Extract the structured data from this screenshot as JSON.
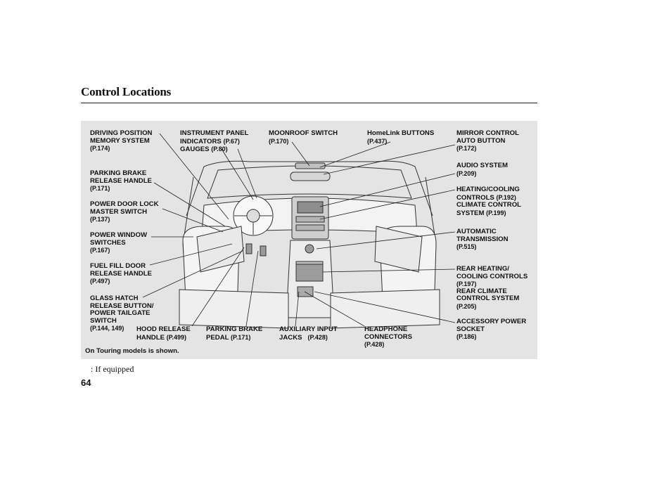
{
  "page": {
    "title": "Control Locations",
    "footnote": ":  If equipped",
    "page_number": "64",
    "figure_note": "On Touring models is shown."
  },
  "labels": {
    "driving_position": {
      "line1": "DRIVING POSITION",
      "line2": "MEMORY SYSTEM",
      "page": "(P.174)"
    },
    "instrument_panel": {
      "line1": "INSTRUMENT PANEL",
      "line2": "INDICATORS",
      "page2": "(P.67)",
      "line3": "GAUGES",
      "page3": "(P.80)"
    },
    "moonroof": {
      "line1": "MOONROOF SWITCH",
      "page": "(P.170)"
    },
    "homelink": {
      "line1": "HomeLink BUTTONS",
      "page": "(P.437)"
    },
    "mirror_control": {
      "line1": "MIRROR CONTROL",
      "line2": "AUTO BUTTON",
      "page": "(P.172)"
    },
    "parking_brake_release": {
      "line1": "PARKING BRAKE",
      "line2": "RELEASE HANDLE",
      "page": "(P.171)"
    },
    "audio_system": {
      "line1": "AUDIO SYSTEM",
      "page": "(P.209)"
    },
    "power_door_lock": {
      "line1": "POWER DOOR LOCK",
      "line2": "MASTER SWITCH",
      "page": "(P.137)"
    },
    "heating_cooling": {
      "line1": "HEATING/COOLING",
      "line2": "CONTROLS",
      "page2": "(P.192)",
      "line3": "CLIMATE CONTROL",
      "line4": "SYSTEM",
      "page4": "(P.199)"
    },
    "power_window": {
      "line1": "POWER WINDOW",
      "line2": "SWITCHES",
      "page": "(P.167)"
    },
    "automatic_transmission": {
      "line1": "AUTOMATIC",
      "line2": "TRANSMISSION",
      "page": "(P.515)"
    },
    "fuel_fill": {
      "line1": "FUEL FILL DOOR",
      "line2": "RELEASE HANDLE",
      "page": "(P.497)"
    },
    "rear_heating": {
      "line1": "REAR HEATING/",
      "line2": "COOLING CONTROLS",
      "page2": "(P.197)",
      "line3": "REAR CLIMATE",
      "line4": "CONTROL SYSTEM",
      "page4": "(P.205)"
    },
    "glass_hatch": {
      "line1": "GLASS HATCH",
      "line2": "RELEASE BUTTON/",
      "line3": "POWER TAILGATE",
      "line4": "SWITCH",
      "page": "(P.144, 149)"
    },
    "accessory_power": {
      "line1": "ACCESSORY POWER",
      "line2": "SOCKET",
      "page": "(P.186)"
    },
    "hood_release": {
      "line1": "HOOD RELEASE",
      "line2": "HANDLE",
      "page2": "(P.499)"
    },
    "parking_brake_pedal": {
      "line1": "PARKING BRAKE",
      "line2": "PEDAL",
      "page2": "(P.171)"
    },
    "auxiliary_input": {
      "line1": "AUXILIARY INPUT",
      "line2": "JACKS",
      "page2": "(P.428)"
    },
    "headphone": {
      "line1": "HEADPHONE",
      "line2": "CONNECTORS",
      "page": "(P.428)"
    }
  }
}
